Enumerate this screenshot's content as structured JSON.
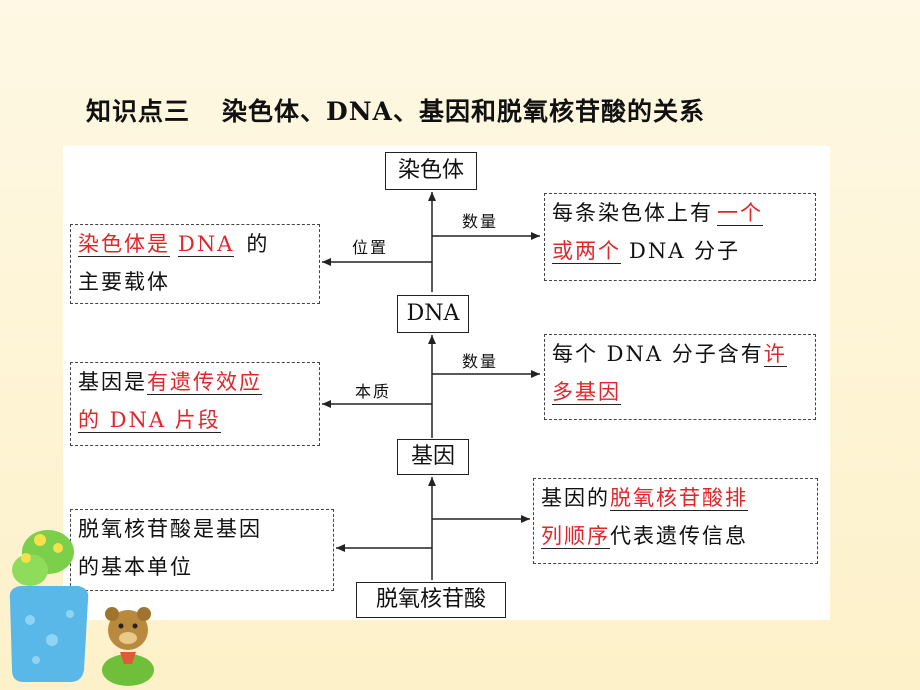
{
  "title": {
    "section": "知识点三",
    "topic": "染色体、DNA、基因和脱氧核苷酸的关系"
  },
  "nodes": {
    "chromosome": "染色体",
    "dna": "DNA",
    "gene": "基因",
    "nucleotide": "脱氧核苷酸"
  },
  "edge_labels": {
    "quantity_top": "数量",
    "position": "位置",
    "quantity_mid": "数量",
    "essence": "本质"
  },
  "notes": {
    "left1_red1": "染色体是",
    "left1_red2": "DNA",
    "left1_tail": "的",
    "left1_line2": "主要载体",
    "right1_line1": "每条染色体上有",
    "right1_red1": "一个",
    "right1_red2": "或两个",
    "right1_tail": "DNA 分子",
    "left2_line1": "基因是",
    "left2_red1": "有遗传效应",
    "left2_red2": "的 DNA 片段",
    "right2_line1": "每个 DNA 分子含有",
    "right2_red1": "许",
    "right2_red2": "多基因",
    "right3_line1": "基因的",
    "right3_red1": "脱氧核苷酸排",
    "right3_red2": "列顺序",
    "right3_tail": "代表遗传信息",
    "left3_line1": "脱氧核苷酸是基因",
    "left3_line2": "的基本单位"
  }
}
